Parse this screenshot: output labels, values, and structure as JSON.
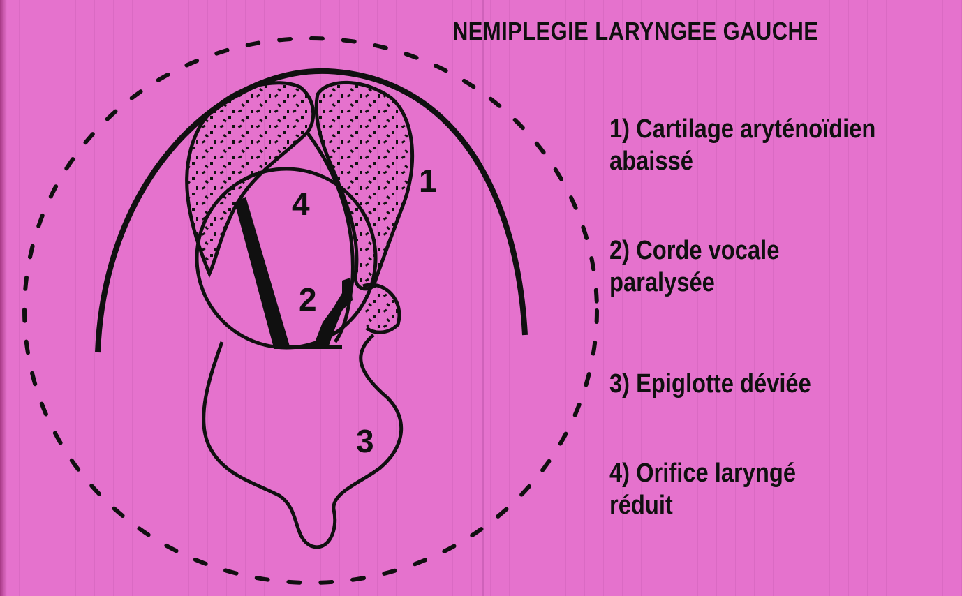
{
  "title": "NEMIPLEGIE LARYNGEE GAUCHE",
  "colors": {
    "background": "#e572cd",
    "ink": "#101010"
  },
  "markers": {
    "m1": "1",
    "m2": "2",
    "m3": "3",
    "m4": "4"
  },
  "legend": [
    {
      "line1": "1) Cartilage aryténoïdien",
      "line2": "abaissé"
    },
    {
      "line1": "2) Corde vocale",
      "line2": "paralysée"
    },
    {
      "line1": "3) Epiglotte déviée",
      "line2": ""
    },
    {
      "line1": "4) Orifice laryngé",
      "line2": "réduit"
    }
  ]
}
